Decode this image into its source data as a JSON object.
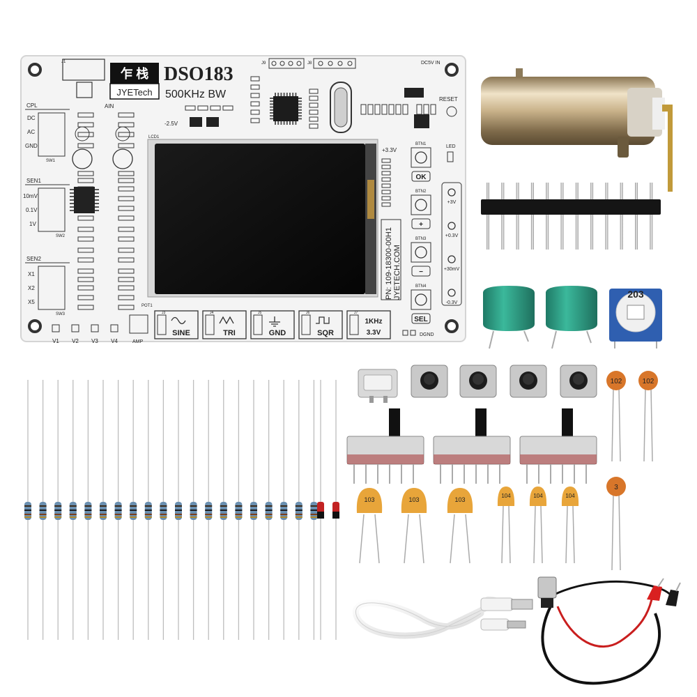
{
  "board": {
    "logo_label": "JYETech",
    "model": "DSO183",
    "bandwidth": "500KHz BW",
    "part_number": "PN: 109-18300-00H1",
    "website": "JYETECH.COM",
    "lcd_label": "LCD1",
    "ain_label": "AIN",
    "cpl": {
      "title": "CPL",
      "options": [
        "DC",
        "AC",
        "GND"
      ],
      "switch": "SW1"
    },
    "sen1": {
      "title": "SEN1",
      "options": [
        "10mV",
        "0.1V",
        "1V"
      ],
      "switch": "SW2"
    },
    "sen2": {
      "title": "SEN2",
      "options": [
        "X1",
        "X2",
        "X5"
      ],
      "switch": "SW3"
    },
    "voltages_left": [
      "V1",
      "V2",
      "V3",
      "V4"
    ],
    "amp_label": "AMP",
    "pot_label": "POT1",
    "dc_in": "DC5V IN",
    "reset": "RESET",
    "led": "LED",
    "v33": "+3.3V",
    "neg25": "-2.5V",
    "buttons": [
      {
        "ref": "BTN1",
        "label": "OK"
      },
      {
        "ref": "BTN2",
        "label": "+"
      },
      {
        "ref": "BTN3",
        "label": "−"
      },
      {
        "ref": "BTN4",
        "label": "SEL"
      }
    ],
    "test_points": [
      "+3V",
      "+0.3V",
      "+30mV",
      "-0.3V"
    ],
    "signal_outputs": [
      {
        "ref": "J3",
        "label": "SINE"
      },
      {
        "ref": "J4",
        "label": "TRI"
      },
      {
        "ref": "J5",
        "label": "GND"
      },
      {
        "ref": "J6",
        "label": "SQR"
      },
      {
        "ref": "J7",
        "label": "1KHz 3.3V"
      }
    ],
    "dgnd": "DGND"
  },
  "components": {
    "potentiometer_code": "203",
    "ceramic_caps_small": [
      "102",
      "102"
    ],
    "ceramic_cap_single": "3",
    "tantalum_caps": [
      "103",
      "103",
      "103"
    ],
    "small_tantalum_caps": [
      "104",
      "104",
      "104"
    ],
    "resistor_count": 20,
    "diode_count": 2,
    "tact_switch_count": 4,
    "slide_switch_count": 3,
    "header_pins": 12
  },
  "colors": {
    "pcb": "#f4f4f4",
    "silk": "#1a1a1a",
    "lcd": "#0b0b0b",
    "brass": "#c9b28a",
    "cap_green": "#2e9e86",
    "cap_orange": "#e8a53a",
    "resistor_body": "#6a8fb0",
    "pot_blue": "#2f5fb0"
  }
}
